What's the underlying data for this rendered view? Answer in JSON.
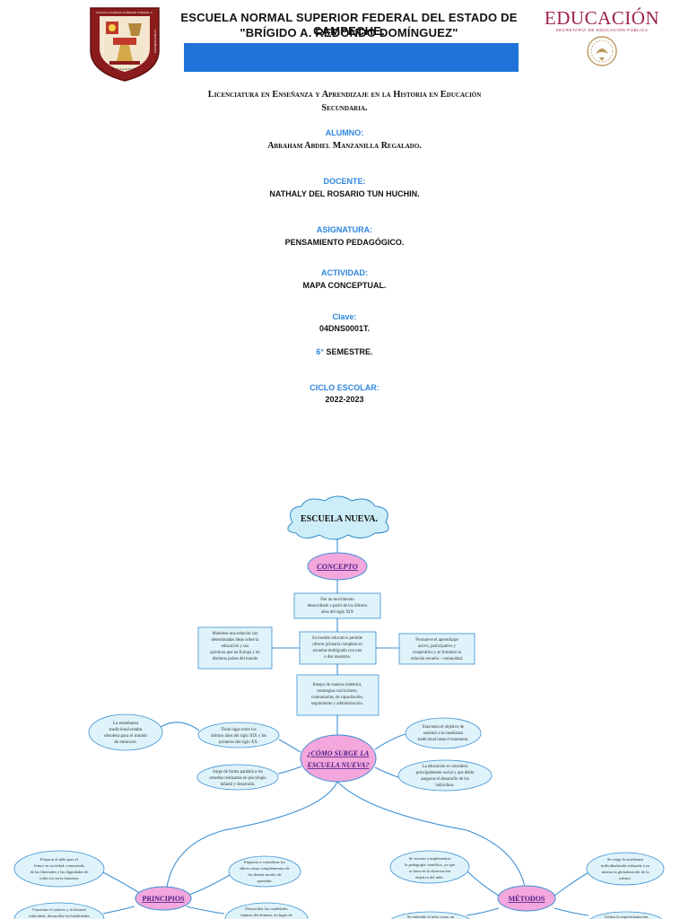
{
  "header": {
    "school_line1": "ESCUELA NORMAL SUPERIOR FEDERAL DEL ESTADO DE CAMPECHE.",
    "school_line2": "\"BRÍGIDO A. REDONDO DOMÍNGUEZ\"",
    "seal_text_top": "ESCUELA NORMAL SUPERIOR FEDERAL C.",
    "seal_text_left": "EN EL ESTUDIO",
    "seal_text_bottom": "ESTA LA LUZ DEL",
    "seal_text_right": "CONOCIMIENTO",
    "education_title": "EDUCACIÓN",
    "education_subtitle": "SECRETARÍA DE EDUCACIÓN PÚBLICA"
  },
  "cover": {
    "degree_line1": "Licenciatura en Enseñanza y Aprendizaje en la Historia en  Educación",
    "degree_line2": "Secundaria.",
    "student_label": "ALUMNO:",
    "student_value": "Abraham  Abdiel Manzanilla Regalado.",
    "teacher_label": "DOCENTE:",
    "teacher_value": "NATHALY DEL ROSARIO TUN HUCHIN.",
    "subject_label": "ASIGNATURA:",
    "subject_value": "PENSAMIENTO PEDAGÓGICO.",
    "activity_label": "ACTIVIDAD:",
    "activity_value": "MAPA CONCEPTUAL.",
    "key_label": "Clave:",
    "key_value": "04DNS0001T.",
    "semester_number": "6°",
    "semester_value": "SEMESTRE.",
    "cycle_label": "CICLO ESCOLAR:",
    "cycle_value": "2022-2023"
  },
  "map": {
    "title": "ESCUELA NUEVA.",
    "concepto": "CONCEPTO",
    "concept_box_1": [
      "Fue un movimiento",
      "desarrollado a partir de los últimos",
      "años del siglo XIX"
    ],
    "left_box": [
      "Mantiene una relación con",
      "determinadas ideas sobre la",
      "educación y sus",
      "prácticas que en Europa y en",
      "distintos países del mundo"
    ],
    "center_box": [
      "Su modelo educativo permite",
      "ofrecer primaria completa en",
      "escuelas multigrado con uno",
      "o dos maestros."
    ],
    "right_box": [
      "Promueve el aprendizaje",
      "activo, participativo y",
      "cooperativo y se fortalece la",
      "relación escuela – comunidad."
    ],
    "integra_box": [
      "Integra de manera sistémica,",
      "estrategias curriculares,",
      "comunitarias, de capacitación,",
      "seguimiento y administración."
    ],
    "surge_title_1": "¿CÓMO SURGE LA",
    "surge_title_2": "ESCUELA NUEVA?",
    "far_left_bubble": [
      "La enseñanza",
      "tradicional estaba",
      "obsoleta para el mundo",
      "de entonces."
    ],
    "tiene_lugar": [
      "Tiene lugar entre los",
      "últimos años del siglo XIX y los",
      "primeros del siglo XX."
    ],
    "surge_paralela": [
      "Surge de forma paralela a los",
      "estudios realizados en psicología",
      "infantil y desarrollo."
    ],
    "objetivo_bubble": [
      "Esta tenía el objetivo de",
      "sustituir a la enseñanza",
      "tradicional hasta el momento."
    ],
    "educacion_bubble": [
      "La educación se consideró",
      "principalmente social y que debía",
      "asegurar el desarrollo de los",
      "individuos."
    ],
    "principios": "PRINCIPIOS",
    "metodos": "MÉTODOS",
    "prep_bubble": [
      "Preparar al niño para el",
      "futuro en sociedad, conociendo",
      "de las libertades y las dignidades de",
      "todos los seres humanos"
    ],
    "empezar_bubble": [
      "Empezar a considerar los",
      "libros como complementos de",
      "los demás modos de",
      "aprender."
    ],
    "fomentar_bubble": [
      "Fomentar el carácter y la libertad",
      "individual, desarrollar las habilidades"
    ],
    "desarrollar_bubble": [
      "Desarrollar las cualidades",
      "innatas del alumno, en lugar de"
    ],
    "pedagogia_bubble": [
      "Se recurre a implementar",
      "la pedagogía científica, ya que",
      "se basa en la observación",
      "objetiva del niño."
    ],
    "exige_bubble": [
      "Se exige la enseñanza",
      "individualizada enlazada a su",
      "mismo la globalización de la",
      "misma."
    ],
    "entiende_bubble": [
      "Se entiende el niño como un"
    ],
    "avance_bubble": [
      "Utiliza la experimentación"
    ]
  }
}
